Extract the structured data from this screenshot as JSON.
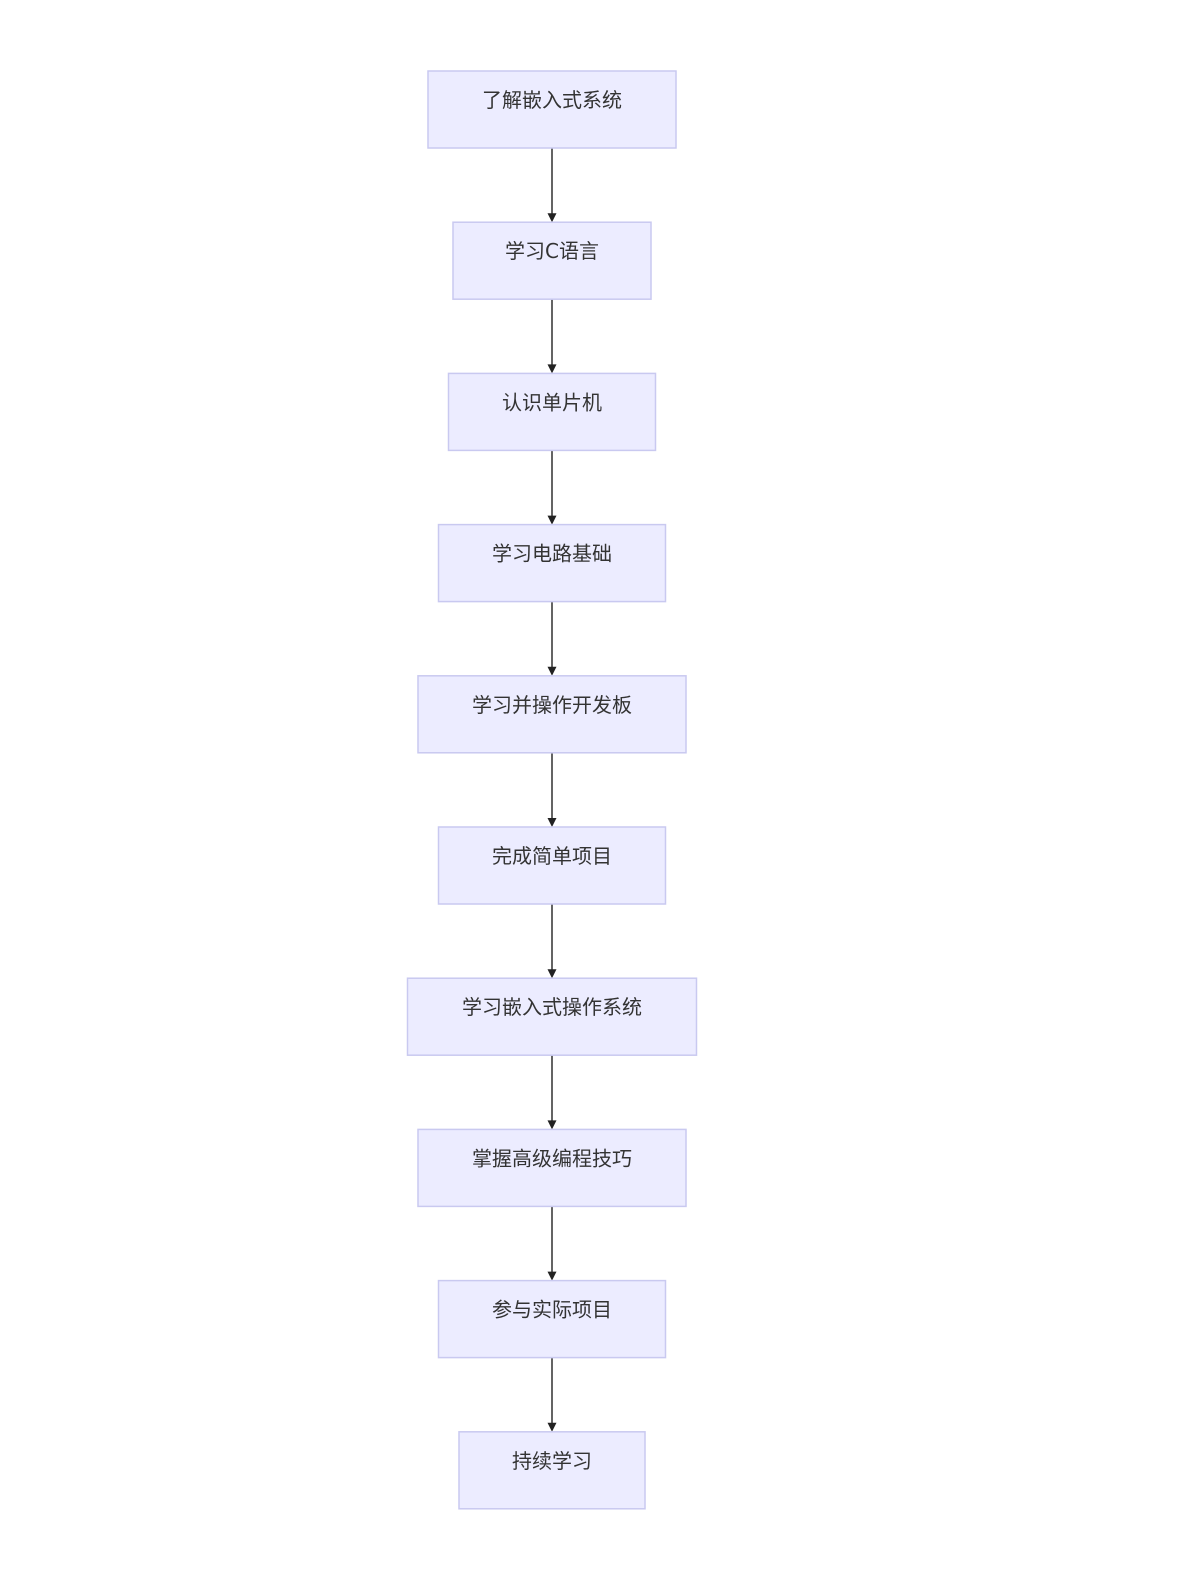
{
  "diagram": {
    "type": "flowchart",
    "direction": "top-to-bottom",
    "colors": {
      "node_fill": "#ececff",
      "node_border": "#c9c9f0",
      "edge": "#222222",
      "text": "#333333"
    },
    "nodes": [
      {
        "id": "n1",
        "label": "了解嵌入式系统"
      },
      {
        "id": "n2",
        "label": "学习C语言"
      },
      {
        "id": "n3",
        "label": "认识单片机"
      },
      {
        "id": "n4",
        "label": "学习电路基础"
      },
      {
        "id": "n5",
        "label": "学习并操作开发板"
      },
      {
        "id": "n6",
        "label": "完成简单项目"
      },
      {
        "id": "n7",
        "label": "学习嵌入式操作系统"
      },
      {
        "id": "n8",
        "label": "掌握高级编程技巧"
      },
      {
        "id": "n9",
        "label": "参与实际项目"
      },
      {
        "id": "n10",
        "label": "持续学习"
      }
    ],
    "edges": [
      {
        "from": "n1",
        "to": "n2"
      },
      {
        "from": "n2",
        "to": "n3"
      },
      {
        "from": "n3",
        "to": "n4"
      },
      {
        "from": "n4",
        "to": "n5"
      },
      {
        "from": "n5",
        "to": "n6"
      },
      {
        "from": "n6",
        "to": "n7"
      },
      {
        "from": "n7",
        "to": "n8"
      },
      {
        "from": "n8",
        "to": "n9"
      },
      {
        "from": "n9",
        "to": "n10"
      }
    ]
  }
}
